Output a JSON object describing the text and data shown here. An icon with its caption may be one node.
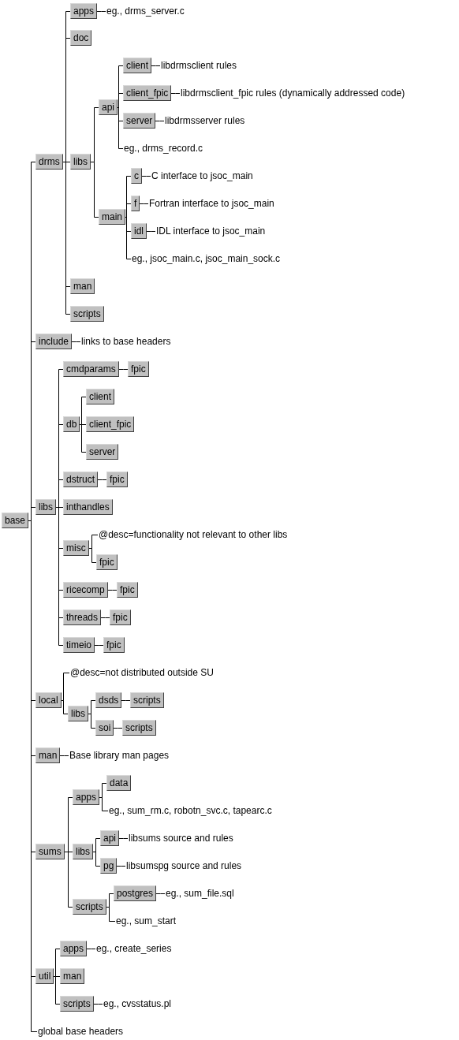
{
  "diagram": {
    "nodes": [
      {
        "text": [
          "base"
        ]
      },
      {
        "text": [
          "drms"
        ]
      },
      {
        "text": [
          "apps"
        ]
      },
      {
        "text": [
          "eg., drms_server.c"
        ]
      },
      {
        "text": [
          "doc"
        ]
      },
      {
        "text": [
          "libs"
        ]
      },
      {
        "text": [
          "api"
        ]
      },
      {
        "text": [
          "client"
        ]
      },
      {
        "text": [
          "libdrmsclient rules"
        ]
      },
      {
        "text": [
          "client_fpic"
        ]
      },
      {
        "text": [
          "libdrmsclient_fpic rules (dynamically addressed code)"
        ]
      },
      {
        "text": [
          "server"
        ]
      },
      {
        "text": [
          "libdrmsserver rules"
        ]
      },
      {
        "text": [
          "eg., drms_record.c"
        ]
      },
      {
        "text": [
          "main"
        ]
      },
      {
        "text": [
          "c"
        ]
      },
      {
        "text": [
          "C interface to jsoc_main"
        ]
      },
      {
        "text": [
          "f"
        ]
      },
      {
        "text": [
          "Fortran interface to jsoc_main"
        ]
      },
      {
        "text": [
          "idl"
        ]
      },
      {
        "text": [
          "IDL interface to jsoc_main"
        ]
      },
      {
        "text": [
          "eg., jsoc_main.c, jsoc_main_sock.c"
        ]
      },
      {
        "text": [
          "man"
        ]
      },
      {
        "text": [
          "scripts"
        ]
      },
      {
        "text": [
          "include"
        ]
      },
      {
        "text": [
          "links to base headers"
        ]
      },
      {
        "text": [
          "libs"
        ]
      },
      {
        "text": [
          "cmdparams"
        ]
      },
      {
        "text": [
          "fpic"
        ]
      },
      {
        "text": [
          "db"
        ]
      },
      {
        "text": [
          "client"
        ]
      },
      {
        "text": [
          "client_fpic"
        ]
      },
      {
        "text": [
          "server"
        ]
      },
      {
        "text": [
          "dstruct"
        ]
      },
      {
        "text": [
          "fpic"
        ]
      },
      {
        "text": [
          "inthandles"
        ]
      },
      {
        "text": [
          "misc"
        ]
      },
      {
        "text": [
          "@desc=functionality not relevant to other libs"
        ]
      },
      {
        "text": [
          "fpic"
        ]
      },
      {
        "text": [
          "ricecomp"
        ]
      },
      {
        "text": [
          "fpic"
        ]
      },
      {
        "text": [
          "threads"
        ]
      },
      {
        "text": [
          "fpic"
        ]
      },
      {
        "text": [
          "timeio"
        ]
      },
      {
        "text": [
          "fpic"
        ]
      },
      {
        "text": [
          "local"
        ]
      },
      {
        "text": [
          "@desc=not distributed outside SU"
        ]
      },
      {
        "text": [
          "libs"
        ]
      },
      {
        "text": [
          "dsds"
        ]
      },
      {
        "text": [
          "scripts"
        ]
      },
      {
        "text": [
          "soi"
        ]
      },
      {
        "text": [
          "scripts"
        ]
      },
      {
        "text": [
          "man"
        ]
      },
      {
        "text": [
          "Base library man pages"
        ]
      },
      {
        "text": [
          "sums"
        ]
      },
      {
        "text": [
          "apps"
        ]
      },
      {
        "text": [
          "data"
        ]
      },
      {
        "text": [
          "eg., sum_rm.c, robotn_svc.c, tapearc.c"
        ]
      },
      {
        "text": [
          "libs"
        ]
      },
      {
        "text": [
          "api"
        ]
      },
      {
        "text": [
          "libsums source and rules"
        ]
      },
      {
        "text": [
          "pg"
        ]
      },
      {
        "text": [
          "libsumspg source and rules"
        ]
      },
      {
        "text": [
          "scripts"
        ]
      },
      {
        "text": [
          "postgres"
        ]
      },
      {
        "text": [
          "eg., sum_file.sql"
        ]
      },
      {
        "text": [
          "eg., sum_start"
        ]
      },
      {
        "text": [
          "util"
        ]
      },
      {
        "text": [
          "apps"
        ]
      },
      {
        "text": [
          "eg., create_series"
        ]
      },
      {
        "text": [
          "man"
        ]
      },
      {
        "text": [
          "scripts"
        ]
      },
      {
        "text": [
          "eg., cvsstatus.pl"
        ]
      },
      {
        "text": [
          "global base headers"
        ]
      }
    ],
    "edges": [
      {
        "from": 0,
        "to": 1,
        "arrow": "none"
      },
      {
        "from": 1,
        "to": 2,
        "arrow": "none"
      },
      {
        "from": 2,
        "to": 3,
        "arrow": "none"
      },
      {
        "from": 1,
        "to": 4,
        "arrow": "none"
      },
      {
        "from": 1,
        "to": 5,
        "arrow": "none"
      },
      {
        "from": 5,
        "to": 6,
        "arrow": "none"
      },
      {
        "from": 6,
        "to": 7,
        "arrow": "none"
      },
      {
        "from": 7,
        "to": 8,
        "arrow": "none"
      },
      {
        "from": 6,
        "to": 9,
        "arrow": "none"
      },
      {
        "from": 9,
        "to": 10,
        "arrow": "none"
      },
      {
        "from": 6,
        "to": 11,
        "arrow": "none"
      },
      {
        "from": 11,
        "to": 12,
        "arrow": "none"
      },
      {
        "from": 6,
        "to": 13,
        "arrow": "none"
      },
      {
        "from": 5,
        "to": 14,
        "arrow": "none"
      },
      {
        "from": 14,
        "to": 15,
        "arrow": "none"
      },
      {
        "from": 15,
        "to": 16,
        "arrow": "none"
      },
      {
        "from": 14,
        "to": 17,
        "arrow": "none"
      },
      {
        "from": 17,
        "to": 18,
        "arrow": "none"
      },
      {
        "from": 14,
        "to": 19,
        "arrow": "none"
      },
      {
        "from": 19,
        "to": 20,
        "arrow": "none"
      },
      {
        "from": 14,
        "to": 21,
        "arrow": "none"
      },
      {
        "from": 1,
        "to": 22,
        "arrow": "none"
      },
      {
        "from": 1,
        "to": 23,
        "arrow": "none"
      },
      {
        "from": 0,
        "to": 24,
        "arrow": "none"
      },
      {
        "from": 24,
        "to": 25,
        "arrow": "none"
      },
      {
        "from": 0,
        "to": 26,
        "arrow": "none"
      },
      {
        "from": 26,
        "to": 27,
        "arrow": "none"
      },
      {
        "from": 27,
        "to": 28,
        "arrow": "none"
      },
      {
        "from": 26,
        "to": 29,
        "arrow": "none"
      },
      {
        "from": 29,
        "to": 30,
        "arrow": "none"
      },
      {
        "from": 29,
        "to": 31,
        "arrow": "none"
      },
      {
        "from": 29,
        "to": 32,
        "arrow": "none"
      },
      {
        "from": 26,
        "to": 33,
        "arrow": "none"
      },
      {
        "from": 33,
        "to": 34,
        "arrow": "none"
      },
      {
        "from": 26,
        "to": 35,
        "arrow": "none"
      },
      {
        "from": 26,
        "to": 36,
        "arrow": "none"
      },
      {
        "from": 36,
        "to": 37,
        "arrow": "none"
      },
      {
        "from": 36,
        "to": 38,
        "arrow": "none"
      },
      {
        "from": 26,
        "to": 39,
        "arrow": "none"
      },
      {
        "from": 39,
        "to": 40,
        "arrow": "none"
      },
      {
        "from": 26,
        "to": 41,
        "arrow": "none"
      },
      {
        "from": 41,
        "to": 42,
        "arrow": "none"
      },
      {
        "from": 26,
        "to": 43,
        "arrow": "none"
      },
      {
        "from": 43,
        "to": 44,
        "arrow": "none"
      },
      {
        "from": 0,
        "to": 45,
        "arrow": "none"
      },
      {
        "from": 45,
        "to": 46,
        "arrow": "none"
      },
      {
        "from": 45,
        "to": 47,
        "arrow": "none"
      },
      {
        "from": 47,
        "to": 48,
        "arrow": "none"
      },
      {
        "from": 48,
        "to": 49,
        "arrow": "none"
      },
      {
        "from": 47,
        "to": 50,
        "arrow": "none"
      },
      {
        "from": 50,
        "to": 51,
        "arrow": "none"
      },
      {
        "from": 0,
        "to": 52,
        "arrow": "none"
      },
      {
        "from": 52,
        "to": 53,
        "arrow": "none"
      },
      {
        "from": 0,
        "to": 54,
        "arrow": "none"
      },
      {
        "from": 54,
        "to": 55,
        "arrow": "none"
      },
      {
        "from": 55,
        "to": 56,
        "arrow": "none"
      },
      {
        "from": 55,
        "to": 57,
        "arrow": "none"
      },
      {
        "from": 54,
        "to": 58,
        "arrow": "none"
      },
      {
        "from": 58,
        "to": 59,
        "arrow": "none"
      },
      {
        "from": 59,
        "to": 60,
        "arrow": "none"
      },
      {
        "from": 58,
        "to": 61,
        "arrow": "none"
      },
      {
        "from": 61,
        "to": 62,
        "arrow": "none"
      },
      {
        "from": 54,
        "to": 63,
        "arrow": "none"
      },
      {
        "from": 63,
        "to": 64,
        "arrow": "none"
      },
      {
        "from": 64,
        "to": 65,
        "arrow": "none"
      },
      {
        "from": 63,
        "to": 66,
        "arrow": "none"
      },
      {
        "from": 0,
        "to": 67,
        "arrow": "none"
      },
      {
        "from": 67,
        "to": 68,
        "arrow": "none"
      },
      {
        "from": 68,
        "to": 69,
        "arrow": "none"
      },
      {
        "from": 67,
        "to": 70,
        "arrow": "none"
      },
      {
        "from": 67,
        "to": 71,
        "arrow": "none"
      },
      {
        "from": 71,
        "to": 72,
        "arrow": "none"
      },
      {
        "from": 0,
        "to": 73,
        "arrow": "none"
      }
    ]
  }
}
